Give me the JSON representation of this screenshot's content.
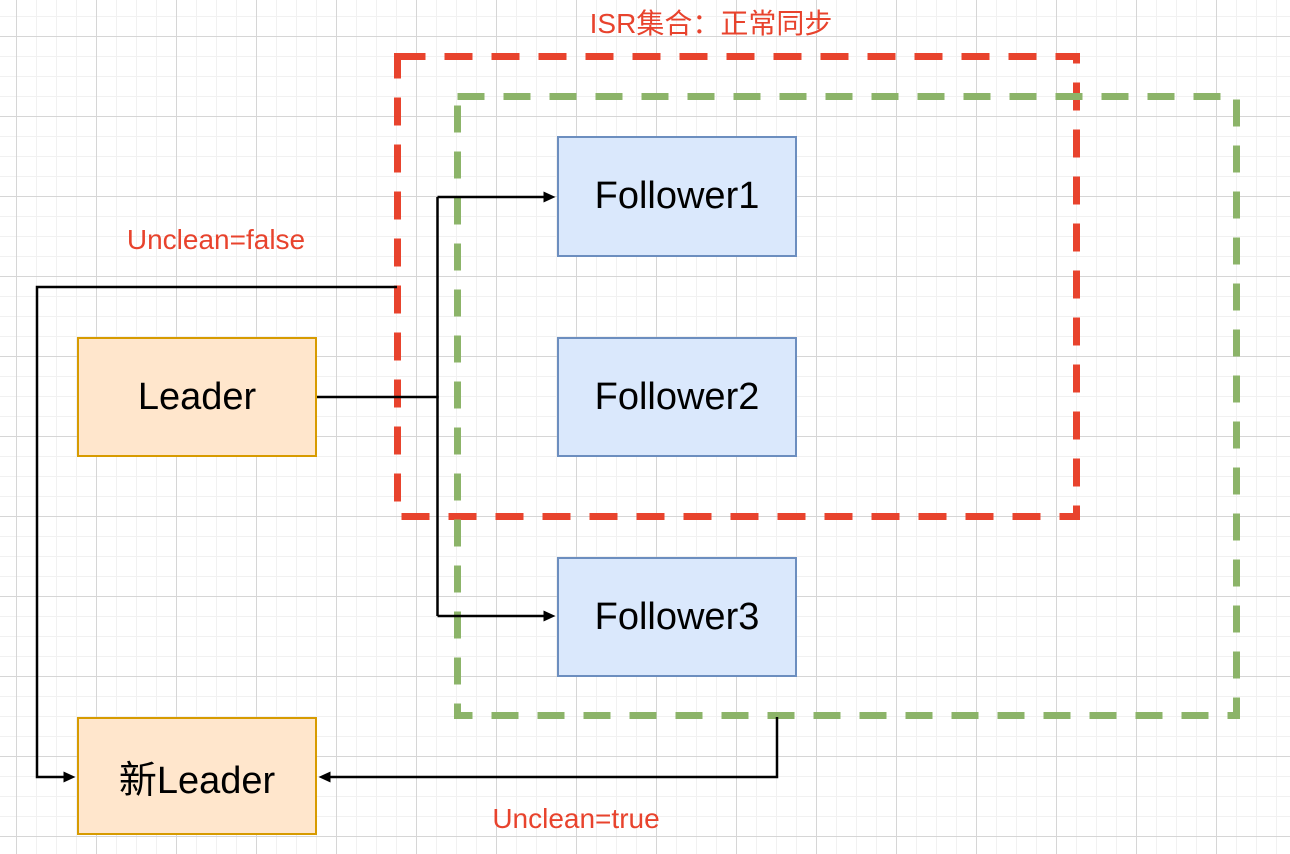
{
  "diagram": {
    "boundaries": {
      "isr": {
        "label": "ISR集合：正常同步",
        "color": "#e8432d",
        "style": "dashed"
      },
      "replica_set": {
        "color": "#8cb469",
        "style": "dashed"
      }
    },
    "nodes": {
      "leader": {
        "label": "Leader",
        "fill": "#ffe6cc",
        "border": "#d79b00"
      },
      "follower1": {
        "label": "Follower1",
        "fill": "#dae8fc",
        "border": "#6c8ebf"
      },
      "follower2": {
        "label": "Follower2",
        "fill": "#dae8fc",
        "border": "#6c8ebf"
      },
      "follower3": {
        "label": "Follower3",
        "fill": "#dae8fc",
        "border": "#6c8ebf"
      },
      "new_leader": {
        "label": "新Leader",
        "fill": "#ffe6cc",
        "border": "#d79b00"
      }
    },
    "annotations": {
      "unclean_false": "Unclean=false",
      "unclean_true": "Unclean=true"
    },
    "connector_color": "#000000"
  }
}
